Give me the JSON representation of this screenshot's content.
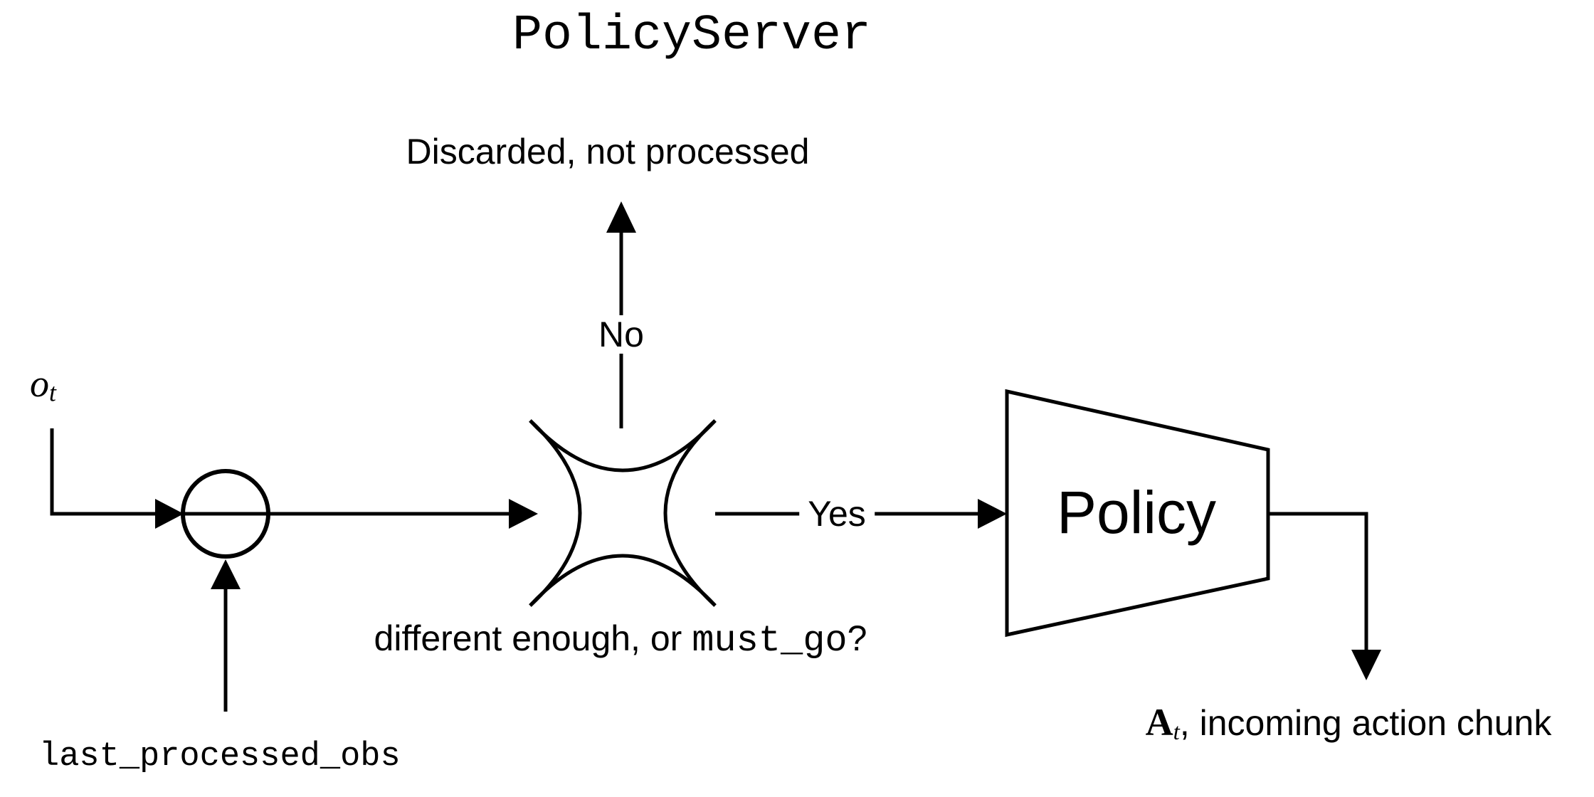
{
  "colors": {
    "ink": "#000000",
    "background": "#ffffff"
  },
  "title": {
    "text": "PolicyServer"
  },
  "observation_input": {
    "symbol": "o",
    "subscript": "t"
  },
  "last_processed_obs": {
    "label": "last_processed_obs"
  },
  "decision": {
    "discard_label": "Discarded, not processed",
    "no_label": "No",
    "yes_label": "Yes",
    "question_prefix": "different enough, or ",
    "question_code": "must_go",
    "question_suffix": "?"
  },
  "policy": {
    "label": "Policy"
  },
  "action_output": {
    "symbol": "A",
    "subscript": "t",
    "description": ", incoming action chunk"
  }
}
